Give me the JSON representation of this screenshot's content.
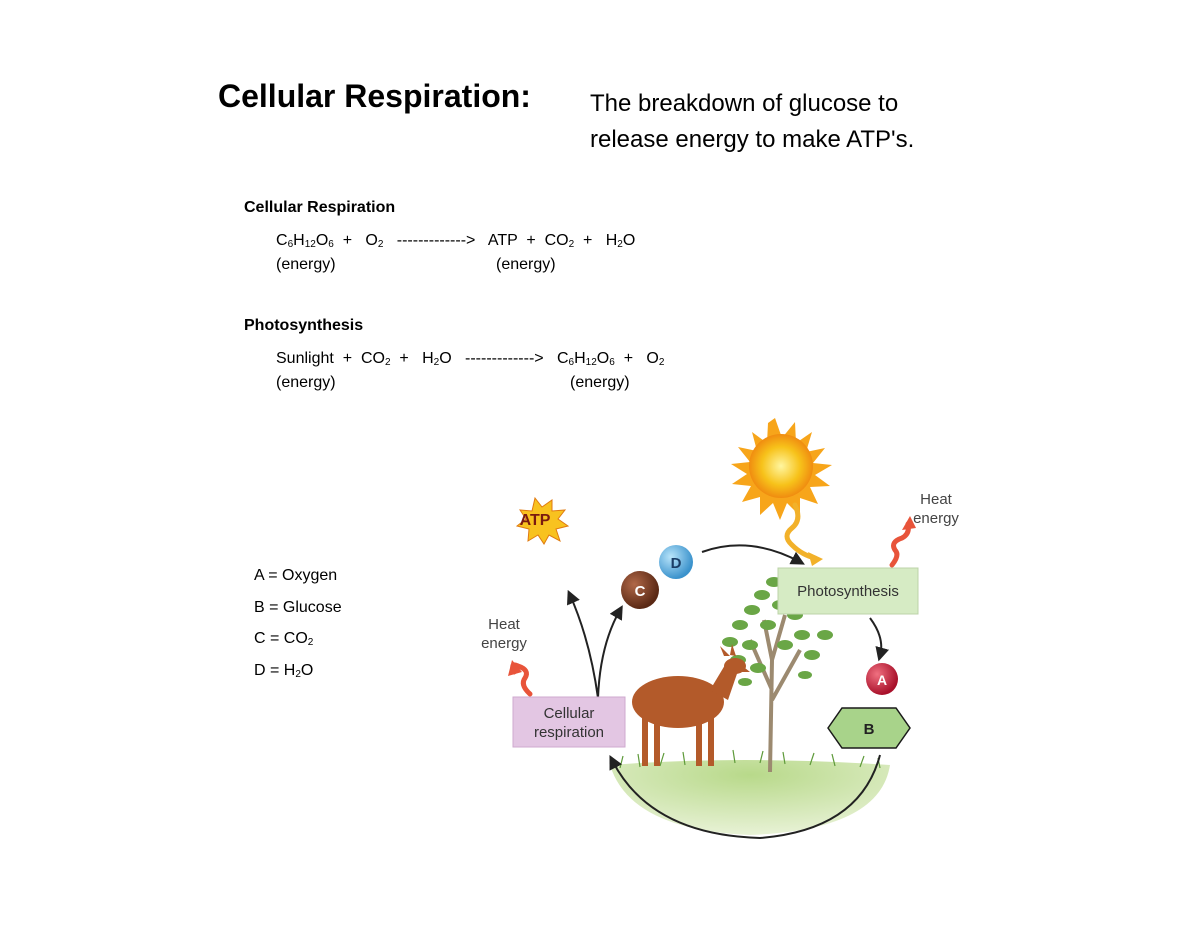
{
  "title": "Cellular Respiration:",
  "subtitle": {
    "line1": "The breakdown of glucose to",
    "line2": "release energy to make ATP's."
  },
  "respiration": {
    "heading": "Cellular Respiration",
    "glucose": {
      "c": "C",
      "c_sub": "6",
      "h": "H",
      "h_sub": "12",
      "o": "O",
      "o_sub": "6"
    },
    "plus1": "+",
    "oxygen": {
      "sym": "O",
      "sub": "2"
    },
    "arrow": "------------->",
    "atp": "ATP",
    "plus2": "+",
    "co2": {
      "sym": "CO",
      "sub": "2"
    },
    "plus3": "+",
    "water": {
      "h": "H",
      "h_sub": "2",
      "o": "O"
    },
    "energy_left": "(energy)",
    "energy_right": "(energy)"
  },
  "photosynthesis": {
    "heading": "Photosynthesis",
    "sunlight": "Sunlight",
    "plus1": "+",
    "co2": {
      "sym": "CO",
      "sub": "2"
    },
    "plus2": "+",
    "water": {
      "h": "H",
      "h_sub": "2",
      "o": "O"
    },
    "arrow": "------------->",
    "glucose": {
      "c": "C",
      "c_sub": "6",
      "h": "H",
      "h_sub": "12",
      "o": "O",
      "o_sub": "6"
    },
    "plus3": "+",
    "oxygen": {
      "sym": "O",
      "sub": "2"
    },
    "energy_left": "(energy)",
    "energy_right": "(energy)"
  },
  "legend": {
    "a": "A = Oxygen",
    "b": "B = Glucose",
    "c_prefix": "C = CO",
    "c_sub": "2",
    "d_prefix": "D = H",
    "d_sub": "2",
    "d_suffix": "O"
  },
  "diagram": {
    "atp_label": "ATP",
    "heat_energy_right": {
      "line1": "Heat",
      "line2": "energy"
    },
    "heat_energy_left": {
      "line1": "Heat",
      "line2": "energy"
    },
    "photosynthesis_box": "Photosynthesis",
    "respiration_box": {
      "line1": "Cellular",
      "line2": "respiration"
    },
    "molecule_a": "A",
    "molecule_b": "B",
    "molecule_c": "C",
    "molecule_d": "D",
    "colors": {
      "photosynthesis_box": "#d6ebc4",
      "respiration_box": "#e3c6e3",
      "molecule_a": "#c8203a",
      "molecule_b": "#a8d38a",
      "molecule_c": "#7a3b22",
      "molecule_d": "#5aaee0",
      "sun": "#f7c21a",
      "heat_arrow": "#e8543a"
    }
  }
}
